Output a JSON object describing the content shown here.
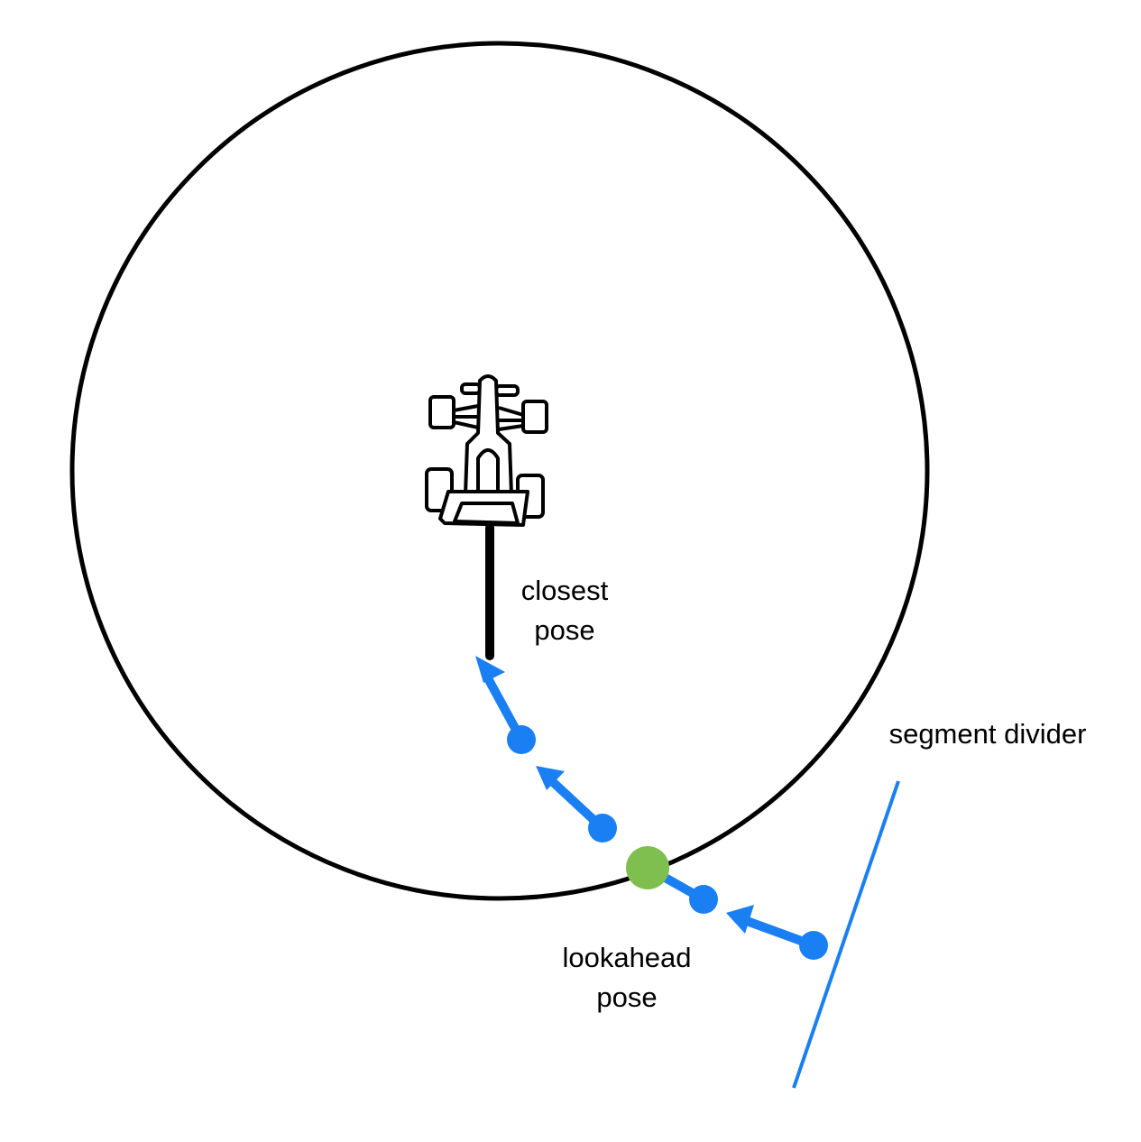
{
  "labels": {
    "closest_pose": [
      "closest",
      "pose"
    ],
    "lookahead_pose": [
      "lookahead",
      "pose"
    ],
    "segment_divider": "segment divider"
  },
  "colors": {
    "circle": "#000000",
    "path": "#1a7ff2",
    "lookahead_point": "#7fbf4f",
    "closest_line": "#000000",
    "robot": "#000000"
  },
  "icons": {
    "robot": "robot-car-icon"
  }
}
